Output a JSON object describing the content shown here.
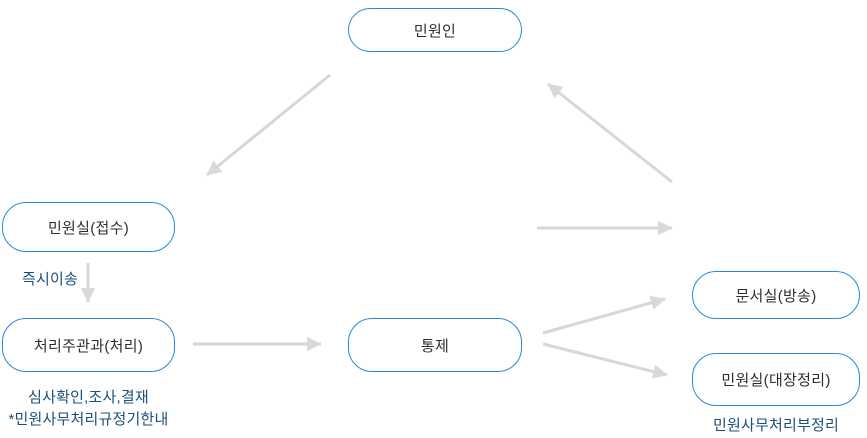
{
  "diagram": {
    "nodes": [
      {
        "id": "petitioner",
        "label": "민원인"
      },
      {
        "id": "reception",
        "label": "민원실(접수)"
      },
      {
        "id": "handler",
        "label": "처리주관과(처리)"
      },
      {
        "id": "control",
        "label": "통제"
      },
      {
        "id": "document-room",
        "label": "문서실(방송)"
      },
      {
        "id": "ledger",
        "label": "민원실(대장정리)"
      }
    ],
    "captions": [
      {
        "id": "immediate-transfer",
        "text": "즉시이송"
      },
      {
        "id": "review-steps",
        "text": "심사확인,조사,결재"
      },
      {
        "id": "regulation-note",
        "text": "*민원사무처리규정기한내"
      },
      {
        "id": "ledger-note",
        "text": "민원사무처리부정리"
      }
    ],
    "edges": [
      {
        "from": "petitioner",
        "to": "reception"
      },
      {
        "from": "reception",
        "to": "handler",
        "label": "즉시이송"
      },
      {
        "from": "reception-row",
        "to": "right-column"
      },
      {
        "from": "handler",
        "to": "control"
      },
      {
        "from": "control",
        "to": "document-room"
      },
      {
        "from": "control",
        "to": "ledger"
      },
      {
        "from": "right-column",
        "to": "petitioner"
      }
    ],
    "colors": {
      "box_border": "#2a86dd",
      "box_text": "#2e2e2e",
      "caption_text": "#1e4e79",
      "arrow": "#d9d9d9",
      "background": "#ffffff"
    }
  }
}
